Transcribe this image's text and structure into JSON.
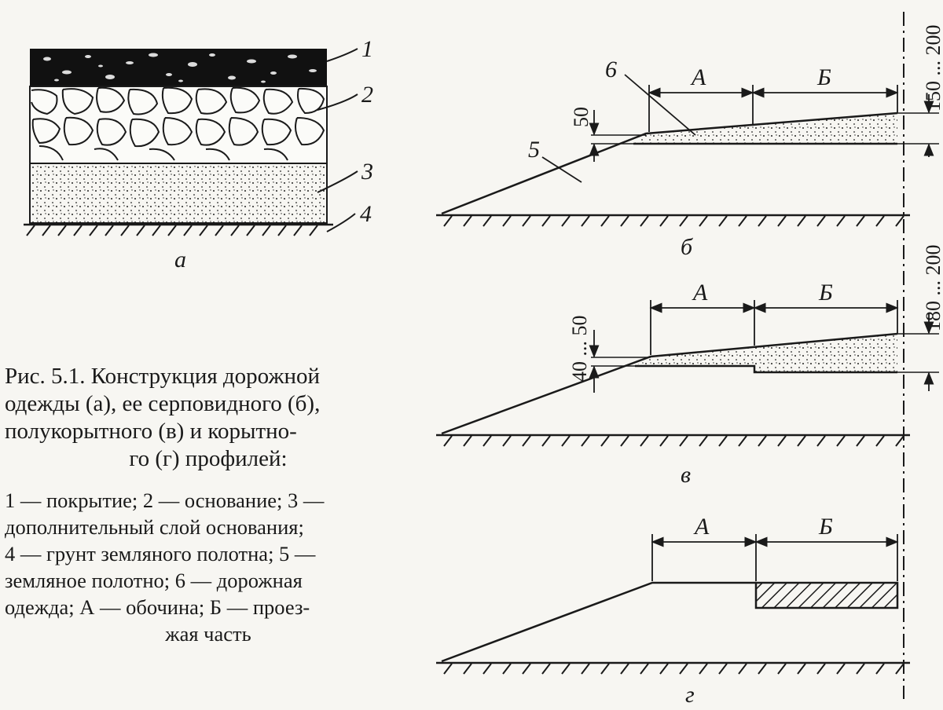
{
  "figure": {
    "panel_a": {
      "label": "а",
      "layers": [
        "1",
        "2",
        "3",
        "4"
      ]
    },
    "panel_b": {
      "label": "б",
      "zones": {
        "shoulder": "А",
        "carriageway": "Б"
      },
      "dim_left": "50",
      "dim_right": "150 ... 200",
      "callouts": [
        "5",
        "6"
      ]
    },
    "panel_v": {
      "label": "в",
      "zones": {
        "shoulder": "А",
        "carriageway": "Б"
      },
      "dim_left": "40 ... 50",
      "dim_right": "180 ... 200"
    },
    "panel_g": {
      "label": "г",
      "zones": {
        "shoulder": "А",
        "carriageway": "Б"
      }
    }
  },
  "caption": {
    "lines": [
      "Рис. 5.1. Конструкция дорожной",
      "одежды (а), ее серповидного (б),",
      "полукорытного (в) и корытно-",
      "го (г) профилей:"
    ],
    "legend_lines": [
      "1 — покрытие; 2 — основание; 3 —",
      "дополнительный слой основания;",
      "4 — грунт земляного полотна; 5 —",
      "земляное полотно; 6 — дорожная",
      "одежда; А — обочина; Б — проез-",
      "жая часть"
    ]
  }
}
